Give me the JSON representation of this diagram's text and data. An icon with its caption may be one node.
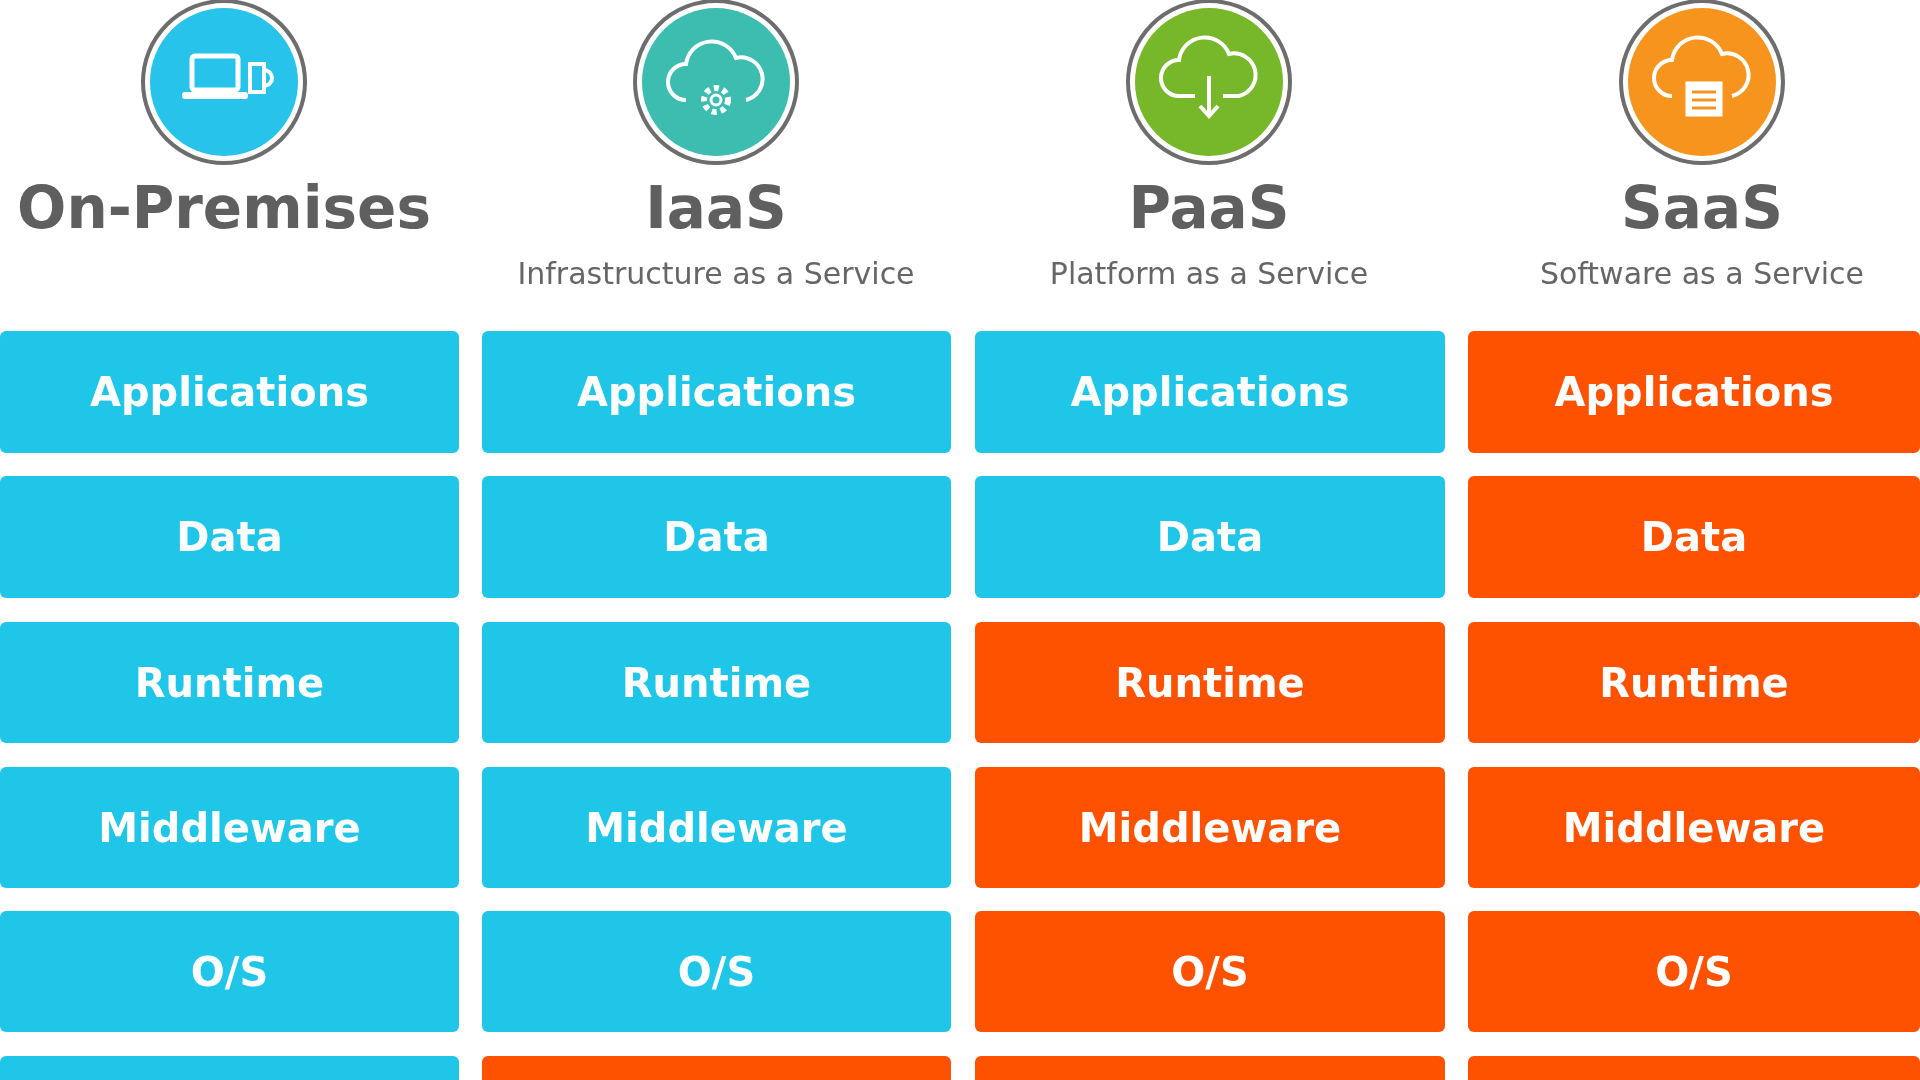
{
  "diagram": {
    "nodes": [
      {
        "text": [
          "Applications"
        ]
      },
      {
        "text": [
          "Applications"
        ]
      },
      {
        "text": [
          "Applications"
        ]
      },
      {
        "text": [
          "Applications"
        ]
      },
      {
        "text": [
          "Data"
        ]
      },
      {
        "text": [
          "Data"
        ]
      },
      {
        "text": [
          "Data"
        ]
      },
      {
        "text": [
          "Data"
        ]
      },
      {
        "text": [
          "Runtime"
        ]
      },
      {
        "text": [
          "Runtime"
        ]
      },
      {
        "text": [
          "Runtime"
        ]
      },
      {
        "text": [
          "Runtime"
        ]
      },
      {
        "text": [
          "Middleware"
        ]
      },
      {
        "text": [
          "Middleware"
        ]
      },
      {
        "text": [
          "Middleware"
        ]
      },
      {
        "text": [
          "Middleware"
        ]
      },
      {
        "text": [
          "O/S"
        ]
      },
      {
        "text": [
          "O/S"
        ]
      },
      {
        "text": [
          "O/S"
        ]
      },
      {
        "text": [
          "O/S"
        ]
      },
      {
        "text": [],
        "shape": "box"
      },
      {
        "text": [],
        "shape": "box"
      },
      {
        "text": [],
        "shape": "box"
      },
      {
        "text": [],
        "shape": "box"
      }
    ],
    "labels": [
      "On-Premises",
      "IaaS",
      "Infrastructure as a Service",
      "PaaS",
      "Platform as a Service",
      "SaaS",
      "Software as a Service"
    ]
  }
}
